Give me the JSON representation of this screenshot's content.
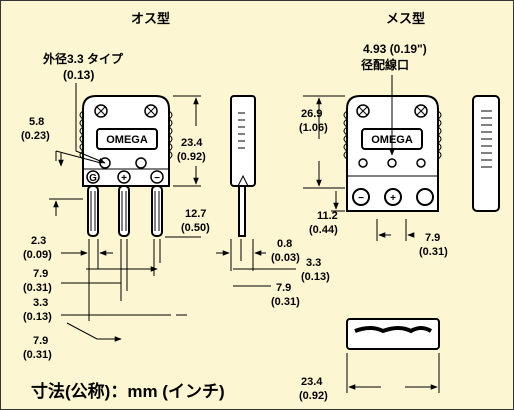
{
  "titles": {
    "male": "オス型",
    "female": "メス型"
  },
  "brand": "OMEGA",
  "pin_labels": {
    "ground": "G",
    "positive": "+",
    "negative": "−"
  },
  "notes": {
    "male_pin_type_l1": "外径3.3 タイプ",
    "male_pin_type_l2": "(0.13)",
    "female_pin_hole_l1": "4.93 (0.19\")",
    "female_pin_hole_l2": "径配線口",
    "units": "寸法(公称)：mm (インチ)"
  },
  "dims": {
    "male_height_mm": "23.4",
    "male_height_in": "(0.92)",
    "male_left_mm": "5.8",
    "male_left_in": "(0.23)",
    "pin_len_mm": "12.7",
    "pin_len_in": "(0.50)",
    "pin_dia_mm": "2.3",
    "pin_dia_in": "(0.09)",
    "pin_pitch_mm": "7.9",
    "pin_pitch_in": "(0.31)",
    "pin_off_mm": "3.3",
    "pin_off_in": "(0.13)",
    "pin_pitch2_mm": "7.9",
    "pin_pitch2_in": "(0.31)",
    "side_a_mm": "0.8",
    "side_a_in": "(0.03)",
    "side_b_mm": "3.3",
    "side_b_in": "(0.13)",
    "side_c_mm": "7.9",
    "side_c_in": "(0.31)",
    "female_height_mm": "26.9",
    "female_height_in": "(1.06)",
    "female_lower_mm": "11.2",
    "female_lower_in": "(0.44)",
    "female_pitch_mm": "7.9",
    "female_pitch_in": "(0.31)",
    "female_width_mm": "23.4",
    "female_width_in": "(0.92)"
  }
}
